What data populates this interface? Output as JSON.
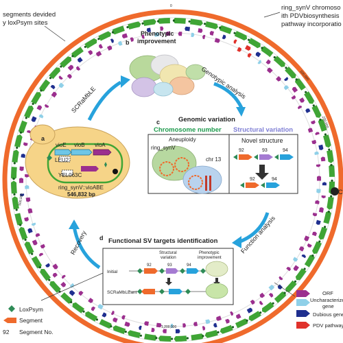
{
  "corner_labels": {
    "top_left_1": "segments devided",
    "top_left_2": "y loxPsym sites",
    "top_right_1": "ring_synV chromoso",
    "top_right_2": "ith PDVbiosynthesis",
    "top_right_3": "pathway incorporatio",
    "right_edge": "CE"
  },
  "ring_ticks": {
    "top": "0",
    "right_upper": "100,000",
    "right_mid": "200,000",
    "left_mid": "500,000",
    "bottom": "1,200,000"
  },
  "panel_a": {
    "letter": "a",
    "genes": [
      "vioE",
      "vioB",
      "vioA"
    ],
    "marker1": "LEU2",
    "marker2": "YEL063C",
    "strain": "ring_synV::vioABE",
    "size": "546,832 bp"
  },
  "panel_b": {
    "letter": "b",
    "title_1": "Phenotypic",
    "title_2": "improvement"
  },
  "panel_c": {
    "letter": "c",
    "title": "Genomic variation",
    "sub_left": "Chromosome number",
    "sub_right": "Structural variation",
    "aneuploidy": "Aneuploidy",
    "ring": "ring_synV",
    "chr": "chr 13",
    "novel": "Novel structure",
    "seg_top": [
      "92",
      "93",
      "94"
    ],
    "seg_bottom": [
      "92",
      "94"
    ]
  },
  "panel_d": {
    "letter": "d",
    "title": "Functional SV targets identification",
    "col1": "Structural",
    "col1b": "variation",
    "col2": "Phenotypic",
    "col2b": "improvement",
    "row1": "Initial",
    "row2": "SCRaMbLEant",
    "segs": [
      "92",
      "93",
      "94"
    ]
  },
  "cycle_labels": {
    "scramble": "SCRaMbLE",
    "genotypic": "Genotypic analysis",
    "function": "Function analysis",
    "recovery": "Recovery"
  },
  "legend_left": {
    "loxpsym": "LoxPsym",
    "segment": "Segment",
    "segno_num": "92",
    "segno": "Segment No."
  },
  "legend_right": {
    "orf": "ORF",
    "uncharacterized_1": "Uncharacterized",
    "uncharacterized_2": "gene",
    "dubious": "Dubious gene",
    "pdv": "PDV pathway"
  },
  "colors": {
    "ring_orange": "#ef6a2c",
    "segment_green": "#3fa535",
    "gene_purple": "#9b2f8e",
    "arrow_blue": "#27a2dc",
    "loxp_green": "#2e8b57",
    "yeast_yellow": "#f6d488",
    "chromosome_number": "#1e9a4d",
    "structural_variation": "#7f7fd5"
  }
}
